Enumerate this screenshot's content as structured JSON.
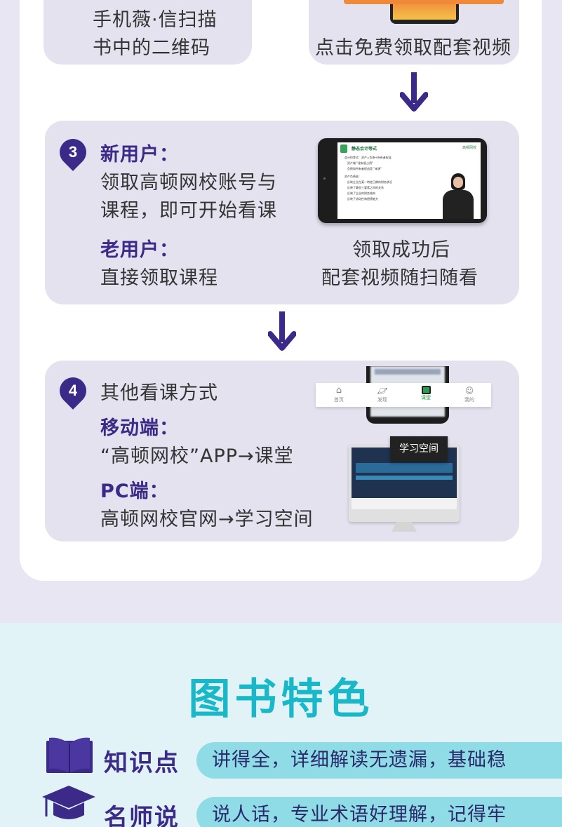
{
  "step_top": {
    "left_line1": "手机薇·信扫描",
    "left_line2": "书中的二维码",
    "right_caption": "点击免费领取配套视频"
  },
  "step3": {
    "number": "3",
    "new_user_label": "新用户：",
    "new_user_line1": "领取高顿网校账号与",
    "new_user_line2": "课程，即可开始看课",
    "old_user_label": "老用户：",
    "old_user_line": "直接领取课程",
    "caption_line1": "领取成功后",
    "caption_line2": "配套视频随扫随看",
    "tablet": {
      "slide_title": "静态会计等式",
      "slide_lines": [
        "会计恒等式：资产=负债+所有者权益",
        "资产端 \"谁有权占用\"",
        "负债和所有者权益是 \"来源\"",
        "资产负债表：",
        "反映企业在某一特定日期的财务状况",
        "反映了静态三要素之间的关系",
        "反映了企业的财务结构",
        "反映了流动性和偿债能力"
      ],
      "brand": "高顿网校"
    }
  },
  "step4": {
    "number": "4",
    "intro": "其他看课方式",
    "mobile_label": "移动端：",
    "mobile_line": "“高顿网校”APP→课堂",
    "pc_label": "PC端：",
    "pc_line": "高顿网校官网→学习空间",
    "app_tabs": [
      "首页",
      "发现",
      "课堂",
      "我的"
    ],
    "pc_tooltip": "学习空间"
  },
  "features": {
    "title": "图书特色",
    "items": [
      {
        "label": "知识点",
        "desc": "讲得全，详细解读无遗漏，基础稳",
        "icon": "book-icon"
      },
      {
        "label": "名师说",
        "desc": "说人话，专业术语好理解，记得牢",
        "icon": "graduation-cap-icon"
      }
    ]
  },
  "colors": {
    "accent": "#3b2a88",
    "teal": "#18b8c9",
    "card": "#e4e2ef"
  }
}
